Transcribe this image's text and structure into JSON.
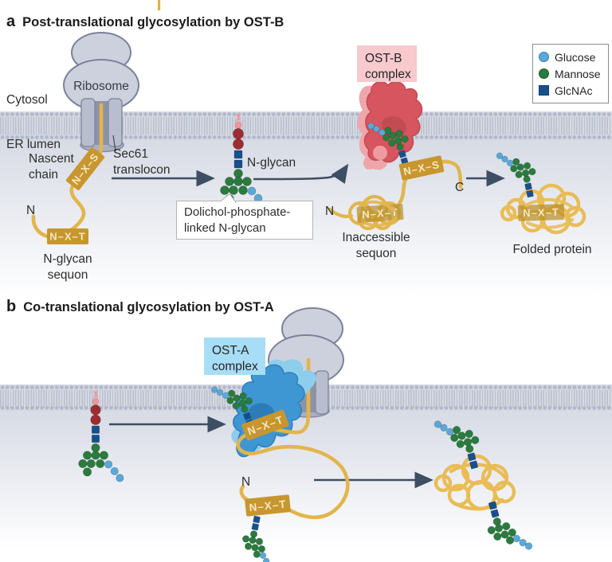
{
  "figure": {
    "panel_a": {
      "letter": "a",
      "title": "Post-translational glycosylation by OST-B",
      "cytosol": "Cytosol",
      "er_lumen": "ER lumen",
      "ribosome": "Ribosome",
      "nascent_chain": "Nascent chain",
      "sec61": "Sec61 translocon",
      "n_terminus": "N",
      "sequon_nxs": "N–X–S",
      "sequon_nxt": "N–X–T",
      "n_glycan_sequon": "N-glycan sequon",
      "n_glycan": "N-glycan",
      "dolichol_callout": "Dolichol-phosphate-linked N-glycan",
      "ostb_complex": "OST-B complex",
      "c_terminus": "C",
      "n_terminus_mid": "N",
      "inaccessible_sequon": "Inaccessible sequon",
      "folded_protein": "Folded protein"
    },
    "panel_b": {
      "letter": "b",
      "title": "Co-translational glycosylation by OST-A",
      "osta_complex": "OST-A complex",
      "n_terminus": "N",
      "sequon_nxt": "N–X–T"
    },
    "legend": {
      "items": [
        {
          "label": "Glucose",
          "shape": "circle",
          "color": "#5ba7d9"
        },
        {
          "label": "Mannose",
          "shape": "circle",
          "color": "#2a7b3e"
        },
        {
          "label": "GlcNAc",
          "shape": "square",
          "color": "#17508f"
        }
      ]
    },
    "colors": {
      "chain_gold": "#e2b54d",
      "sequon_box": "#c8962e",
      "ostb_fill": "#d7555e",
      "ostb_light": "#efa6ab",
      "ostb_label_bg": "#f8c9cd",
      "osta_fill": "#3e96d3",
      "osta_light": "#8ecdec",
      "osta_label_bg": "#a8ddf7",
      "membrane": "#d3d7e2",
      "ribosome": "#cdd1de",
      "arrow": "#3e4e63",
      "glucose": "#5ba7d9",
      "mannose": "#2a7b3e",
      "glcnac": "#17508f",
      "phosphate": "#9e2b31",
      "dolichol": "#f0969b"
    }
  }
}
